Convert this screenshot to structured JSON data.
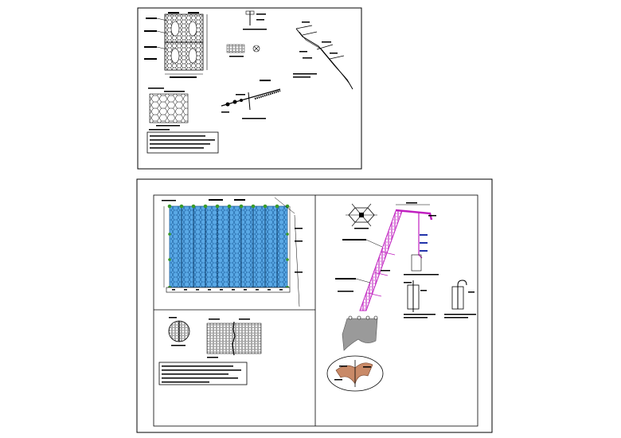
{
  "drawing": {
    "top_sheet": {
      "panels": [
        "mesh-panel-plan",
        "anchor-detail",
        "slope-section",
        "mesh-sample",
        "anchor-bolt-detail",
        "notes-box"
      ]
    },
    "bottom_sheet": {
      "panels": [
        "mesh-elevation",
        "mesh-connection-detail",
        "notes-box",
        "slope-profile",
        "bar-end-details",
        "roll-detail"
      ]
    },
    "colors": {
      "background": "#ffffff",
      "line": "#000000",
      "mesh_fill": "#5aa9e6",
      "mesh_line": "#1c5e9c",
      "nail_green": "#3a9a2a",
      "slope_magenta": "#c020c0",
      "roll_grey": "#9a9a9a",
      "bubble_brown": "#c98a68",
      "blue_label": "#2233aa"
    }
  }
}
